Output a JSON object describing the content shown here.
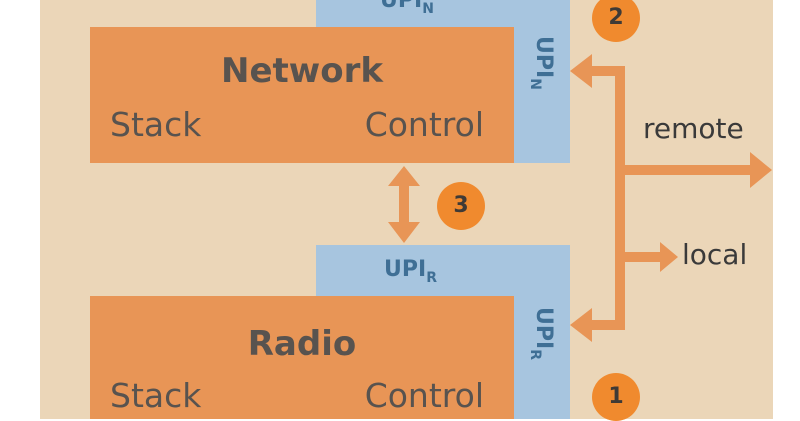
{
  "network": {
    "title": "Network",
    "stack": "Stack",
    "control": "Control",
    "upi_h": {
      "base": "UPI",
      "sub": "N"
    },
    "upi_v": {
      "base": "UPI",
      "sub": "N"
    }
  },
  "radio": {
    "title": "Radio",
    "stack": "Stack",
    "control": "Control",
    "upi_h": {
      "base": "UPI",
      "sub": "R"
    },
    "upi_v": {
      "base": "UPI",
      "sub": "R"
    }
  },
  "badges": [
    "1",
    "2",
    "3"
  ],
  "outputs": {
    "remote": "remote",
    "local": "local"
  },
  "colors": {
    "background": "#ebd6b8",
    "block": "#e89556",
    "interface": "#a7c5df",
    "interface_text": "#3f6f95",
    "badge": "#f08a2e",
    "arrow": "#e89556"
  }
}
